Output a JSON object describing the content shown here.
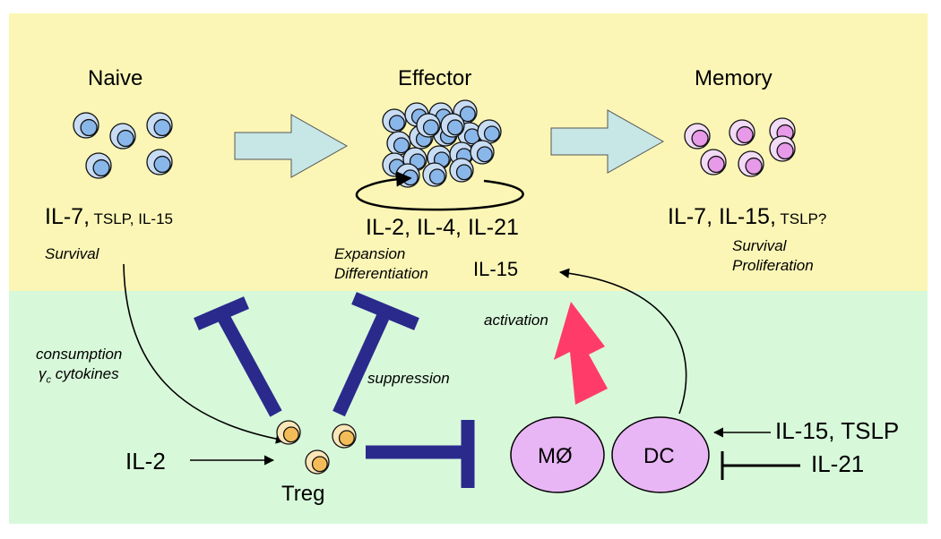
{
  "colors": {
    "upper_band": "#fbf6b6",
    "lower_band": "#d8f8da",
    "naive_cell_outer": "#c8dcf4",
    "naive_cell_inner": "#8ab7ea",
    "memory_cell_outer": "#f2dbf6",
    "memory_cell_inner": "#e79ae8",
    "treg_cell_outer": "#fbe6b8",
    "treg_cell_inner": "#f4bc58",
    "big_arrow": "#c7e6e6",
    "inhibitor": "#2a2a8c",
    "activation_arrow": "#ff3b6a",
    "apc_fill": "#e8b6f4"
  },
  "stages": {
    "naive": {
      "title": "Naive",
      "cytokines_main": "IL-7,",
      "cytokines_minor": "TSLP, IL-15",
      "role": "Survival"
    },
    "effector": {
      "title": "Effector",
      "cytokines": "IL-2, IL-4, IL-21",
      "role_line1": "Expansion",
      "role_line2": "Differentiation",
      "extra": "IL-15"
    },
    "memory": {
      "title": "Memory",
      "cytokines_main": "IL-7, IL-15,",
      "cytokines_minor": "TSLP?",
      "role_line1": "Survival",
      "role_line2": "Proliferation"
    }
  },
  "labels": {
    "consumption_line1": "consumption",
    "consumption_gamma": "γ",
    "consumption_sub": "c",
    "consumption_line2": "cytokines",
    "suppression": "suppression",
    "activation": "activation",
    "il2_input": "IL-2",
    "treg": "Treg",
    "macrophage": "MØ",
    "dc": "DC",
    "dc_activators": "IL-15, TSLP",
    "dc_inhibitor": "IL-21"
  }
}
